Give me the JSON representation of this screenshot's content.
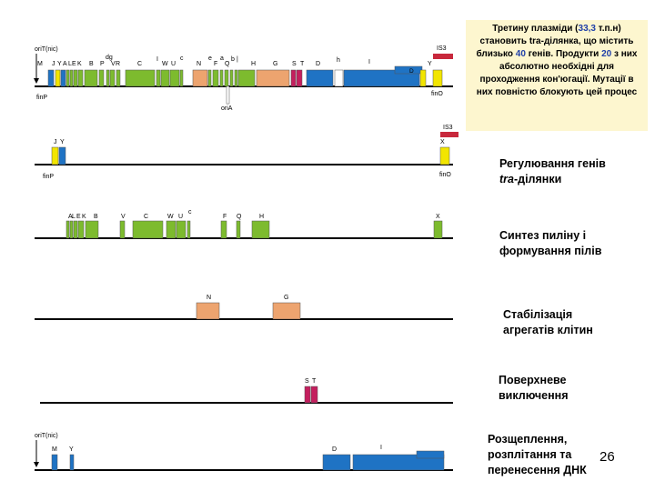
{
  "info": {
    "pre": "Третину плазміди (",
    "val1": "33,3",
    "mid1": " т.п.н) становить tra-ділянка, що містить  близько ",
    "val2": "40",
    "mid2": " генів. Продукти ",
    "val3": "20",
    "post": " з них абсолютно необхідні для проходження кон'югації. Мутації в них повністю блокують цей процес"
  },
  "categories": [
    {
      "line1": "Регулювання генів",
      "line2_italic": "tra",
      "line2_rest": "-ділянки"
    },
    {
      "line1": "Синтез пиліну і",
      "line2": "формування пілів"
    },
    {
      "line1": "Стабілізація",
      "line2": "агрегатів клітин"
    },
    {
      "line1": "Поверхневе",
      "line2": "виключення"
    },
    {
      "line1": "Розщеплення,",
      "line2": "розплітання та",
      "line3": "перенесення ДНК"
    }
  ],
  "page_number": "26",
  "colors": {
    "green": "#7dbb2e",
    "yellow": "#f2e500",
    "blue": "#1f73c4",
    "salmon": "#eda46f",
    "magenta": "#c41f5e",
    "red": "#c8283c"
  },
  "texts": {
    "oriT1": "oriT(nic)",
    "IS3a": "IS3",
    "finP1": "finP",
    "finO1": "finO",
    "oriA": "oriA",
    "IS3b": "IS3",
    "finP2": "finP",
    "finO2": "finO",
    "oriT2": "oriT(nic)",
    "d_inner": "D"
  },
  "row1_genes": [
    {
      "label": "M",
      "color": "blue"
    },
    {
      "label": "J",
      "color": "yellow"
    },
    {
      "label": "Y",
      "color": "blue"
    },
    {
      "label": "A",
      "color": "green"
    },
    {
      "label": "L",
      "color": "green"
    },
    {
      "label": "E",
      "color": "green"
    },
    {
      "label": "K",
      "color": "green"
    },
    {
      "label": "B",
      "color": "green"
    },
    {
      "label": "P",
      "color": "green"
    },
    {
      "label": "V",
      "color": "green"
    },
    {
      "label": "R",
      "color": "green"
    },
    {
      "label": "dg",
      "color": "green"
    },
    {
      "label": "C",
      "color": "green"
    },
    {
      "label": "I",
      "color": "green"
    },
    {
      "label": "W",
      "color": "green"
    },
    {
      "label": "U",
      "color": "green"
    },
    {
      "label": "c",
      "color": "green"
    },
    {
      "label": "N",
      "color": "salmon"
    },
    {
      "label": "e",
      "color": "green"
    },
    {
      "label": "F",
      "color": "green"
    },
    {
      "label": "a",
      "color": "green"
    },
    {
      "label": "Q",
      "color": "green"
    },
    {
      "label": "b",
      "color": "green"
    },
    {
      "label": "|",
      "color": "green"
    },
    {
      "label": "H",
      "color": "green"
    },
    {
      "label": "G",
      "color": "salmon"
    },
    {
      "label": "S",
      "color": "magenta"
    },
    {
      "label": "T",
      "color": "magenta"
    },
    {
      "label": "D",
      "color": "blue"
    },
    {
      "label": "h",
      "color": "blue"
    },
    {
      "label": "I",
      "color": "blue"
    },
    {
      "label": "Y",
      "color": "yellow"
    }
  ],
  "row2_genes": [
    {
      "label": "J",
      "color": "yellow"
    },
    {
      "label": "Y",
      "color": "blue"
    },
    {
      "label": "X",
      "color": "yellow"
    }
  ],
  "row3_genes": [
    {
      "label": "A",
      "color": "green"
    },
    {
      "label": "L",
      "color": "green"
    },
    {
      "label": "E",
      "color": "green"
    },
    {
      "label": "K",
      "color": "green"
    },
    {
      "label": "B",
      "color": "green"
    },
    {
      "label": "V",
      "color": "green"
    },
    {
      "label": "C",
      "color": "green"
    },
    {
      "label": "W",
      "color": "green"
    },
    {
      "label": "U",
      "color": "green"
    },
    {
      "label": "c",
      "color": "green"
    },
    {
      "label": "F",
      "color": "green"
    },
    {
      "label": "Q",
      "color": "green"
    },
    {
      "label": "H",
      "color": "green"
    },
    {
      "label": "X",
      "color": "green"
    }
  ],
  "row4_genes": [
    {
      "label": "N",
      "color": "salmon"
    },
    {
      "label": "G",
      "color": "salmon"
    }
  ],
  "row5_genes": [
    {
      "label": "S",
      "color": "magenta"
    },
    {
      "label": "T",
      "color": "magenta"
    }
  ],
  "row6_genes": [
    {
      "label": "M",
      "color": "blue"
    },
    {
      "label": "Y",
      "color": "blue"
    },
    {
      "label": "D",
      "color": "blue"
    },
    {
      "label": "I",
      "color": "blue"
    }
  ]
}
